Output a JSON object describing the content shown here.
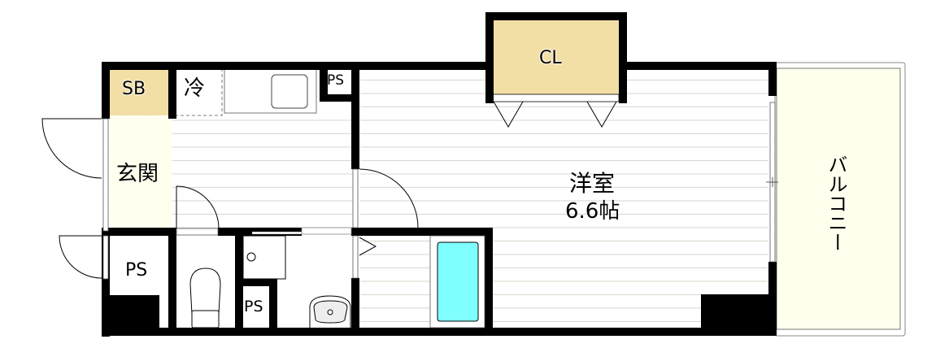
{
  "floorplan": {
    "rooms": {
      "shoe_box": {
        "label": "SB",
        "color": "#F2DFA5"
      },
      "fridge": {
        "label": "冷"
      },
      "entrance": {
        "label": "玄関",
        "color": "#FFFFEE"
      },
      "pipe_space_kitchen": {
        "label": "PS"
      },
      "pipe_space_entry": {
        "label": "PS"
      },
      "pipe_space_wash": {
        "label": "PS"
      },
      "closet": {
        "label": "CL",
        "color": "#F2DFA5"
      },
      "western_room": {
        "label": "洋室",
        "size": "6.6帖"
      },
      "balcony": {
        "label": "バルコニー",
        "color": "#FFFFEE"
      }
    },
    "colors": {
      "wall": "#000000",
      "floor_lines": "#DDD8D0",
      "bathtub": "#80FFFF",
      "sink_basin": "#EEEEEE"
    }
  }
}
